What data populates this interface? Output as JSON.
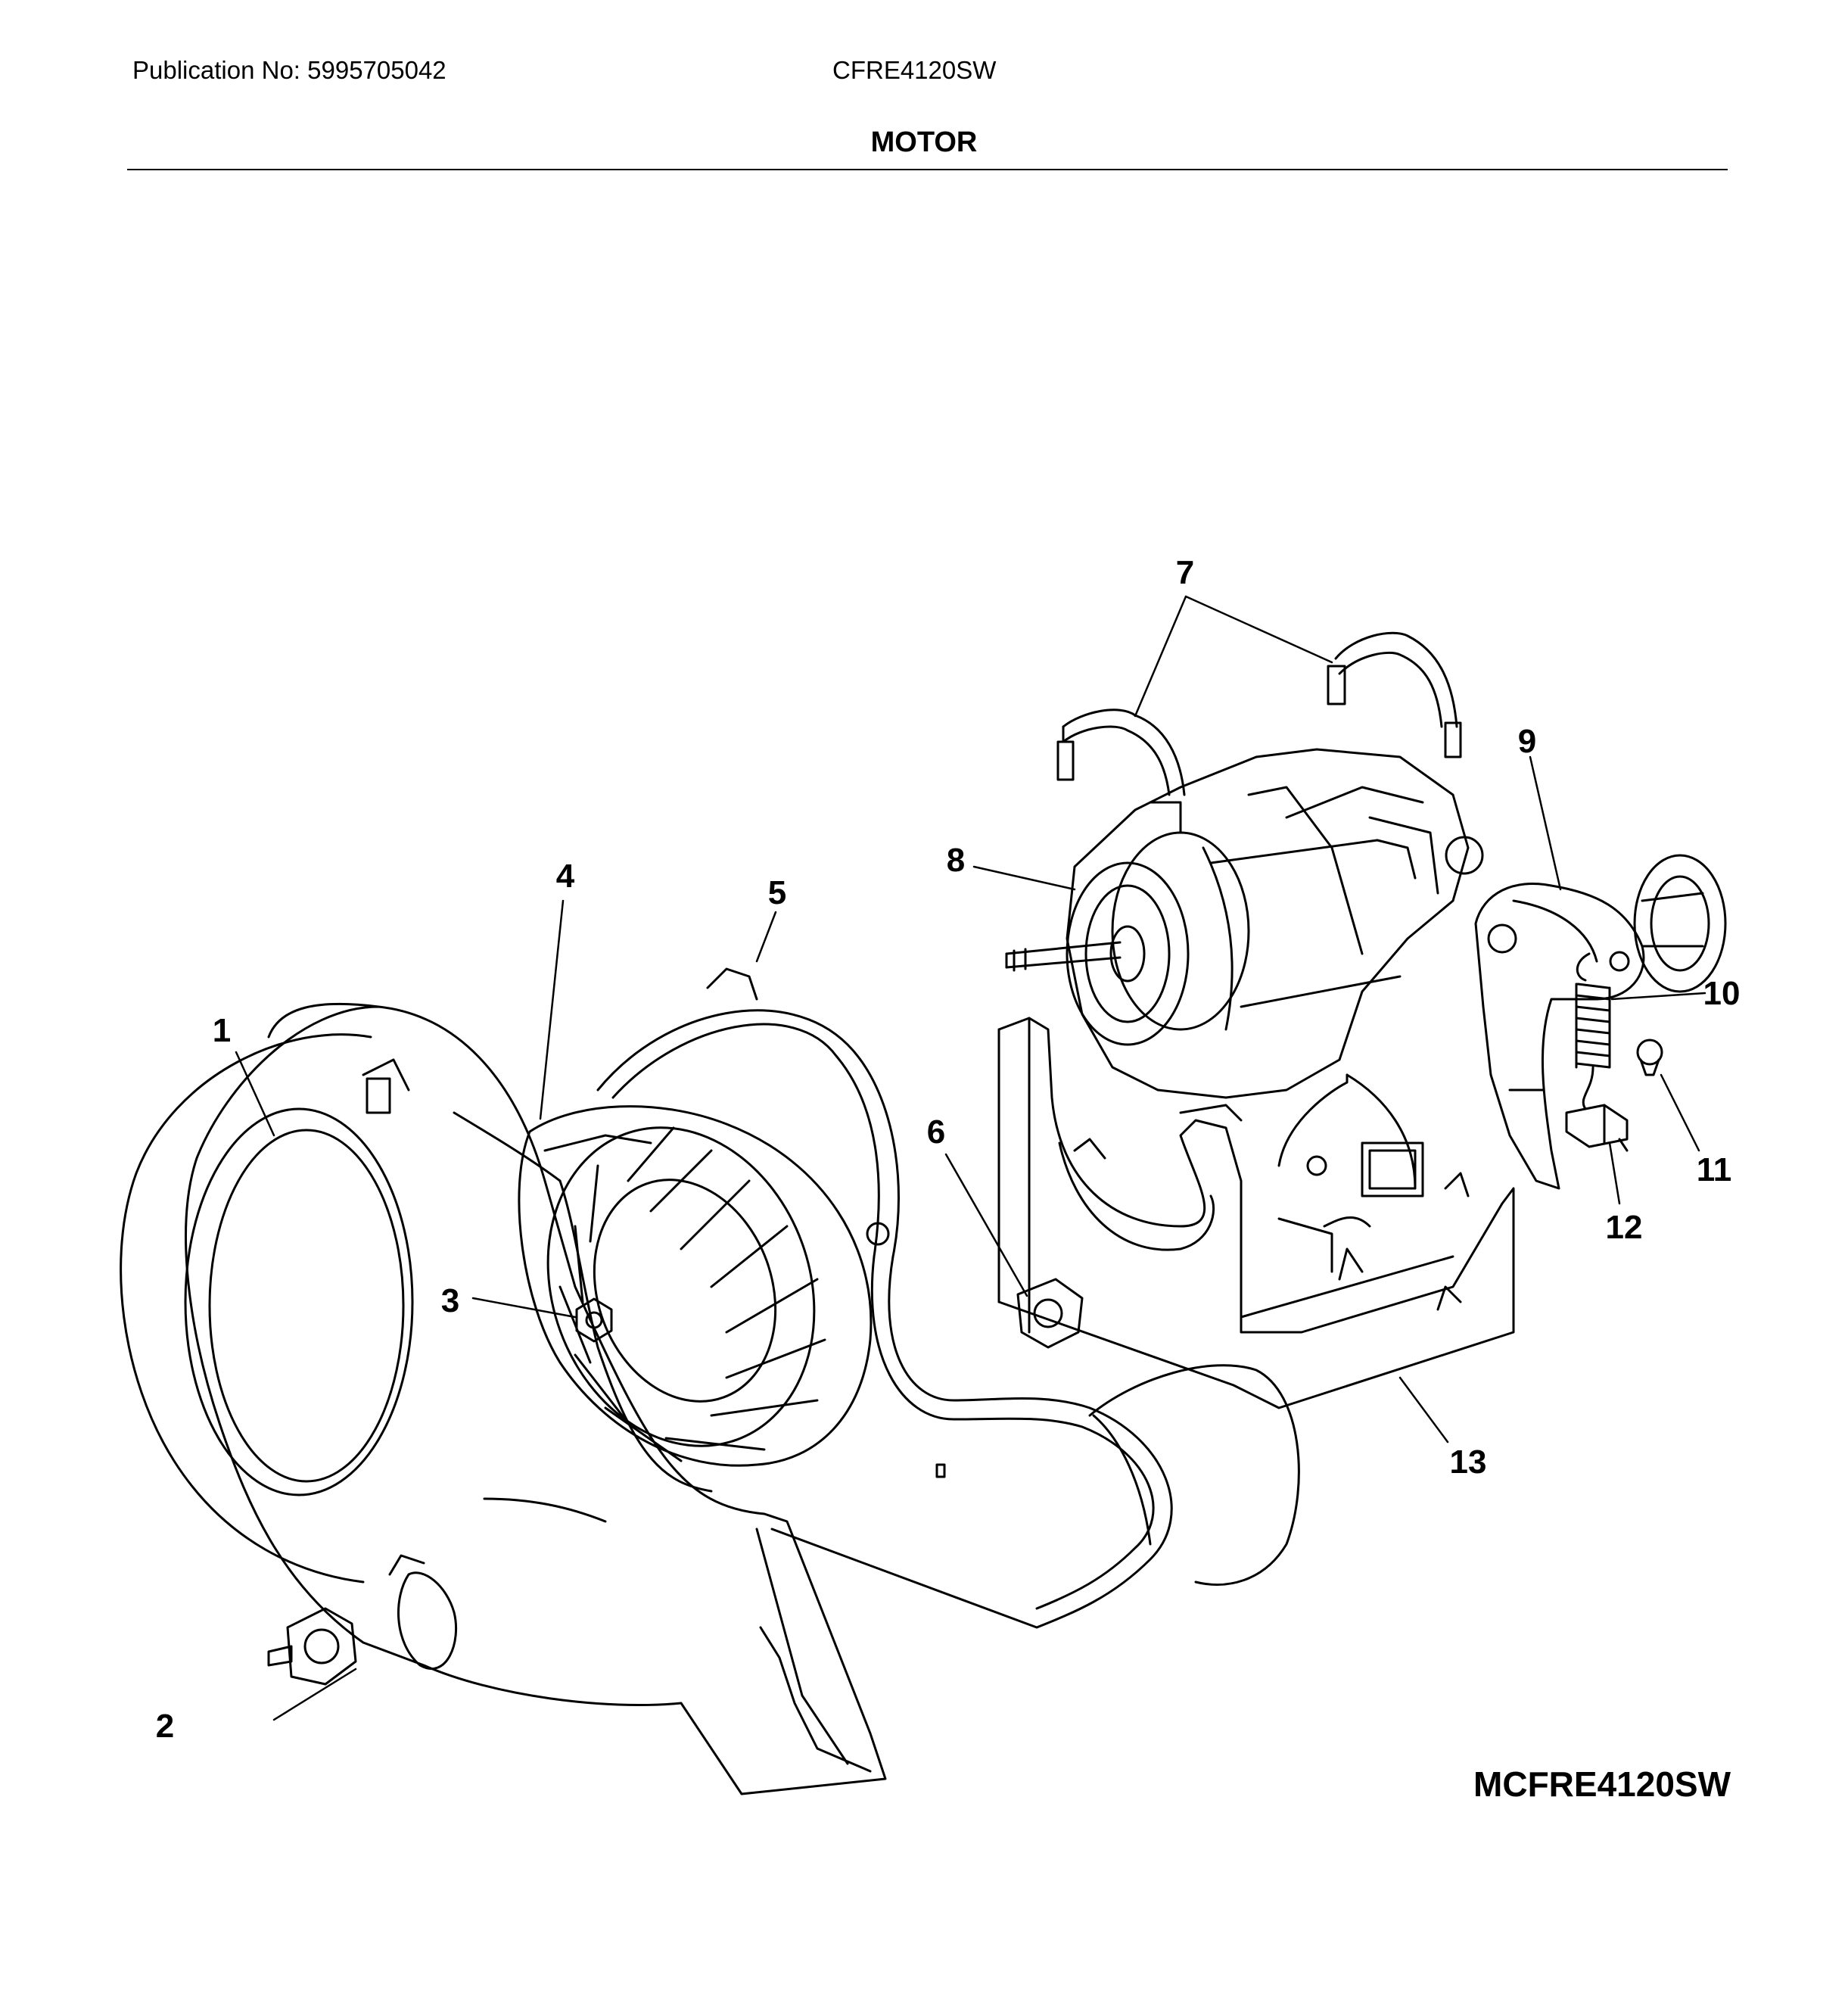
{
  "header": {
    "publication": "Publication No: 5995705042",
    "model": "CFRE4120SW",
    "section_title": "MOTOR"
  },
  "diagram": {
    "callouts": [
      "1",
      "2",
      "3",
      "4",
      "5",
      "6",
      "7",
      "8",
      "9",
      "10",
      "11",
      "12",
      "13"
    ]
  },
  "footer": {
    "diagram_code": "MCFRE4120SW"
  }
}
